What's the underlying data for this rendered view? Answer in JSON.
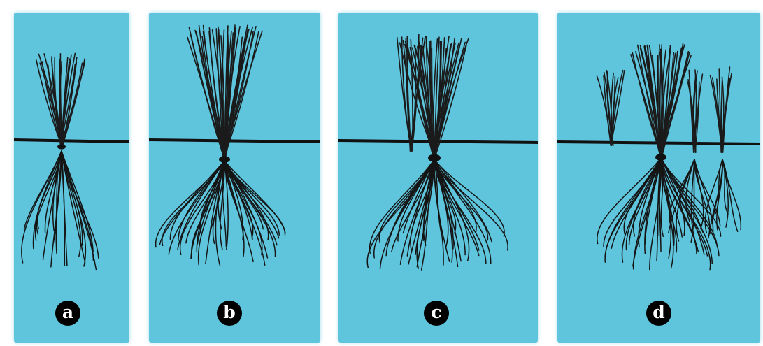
{
  "panels": [
    {
      "id": "a",
      "label": "a"
    },
    {
      "id": "b",
      "label": "b"
    },
    {
      "id": "c",
      "label": "c"
    },
    {
      "id": "d",
      "label": "d"
    }
  ],
  "colors": {
    "background": "#5ec5dd",
    "ink": "#111111",
    "label_fill": "#000000",
    "label_text": "#ffffff"
  }
}
